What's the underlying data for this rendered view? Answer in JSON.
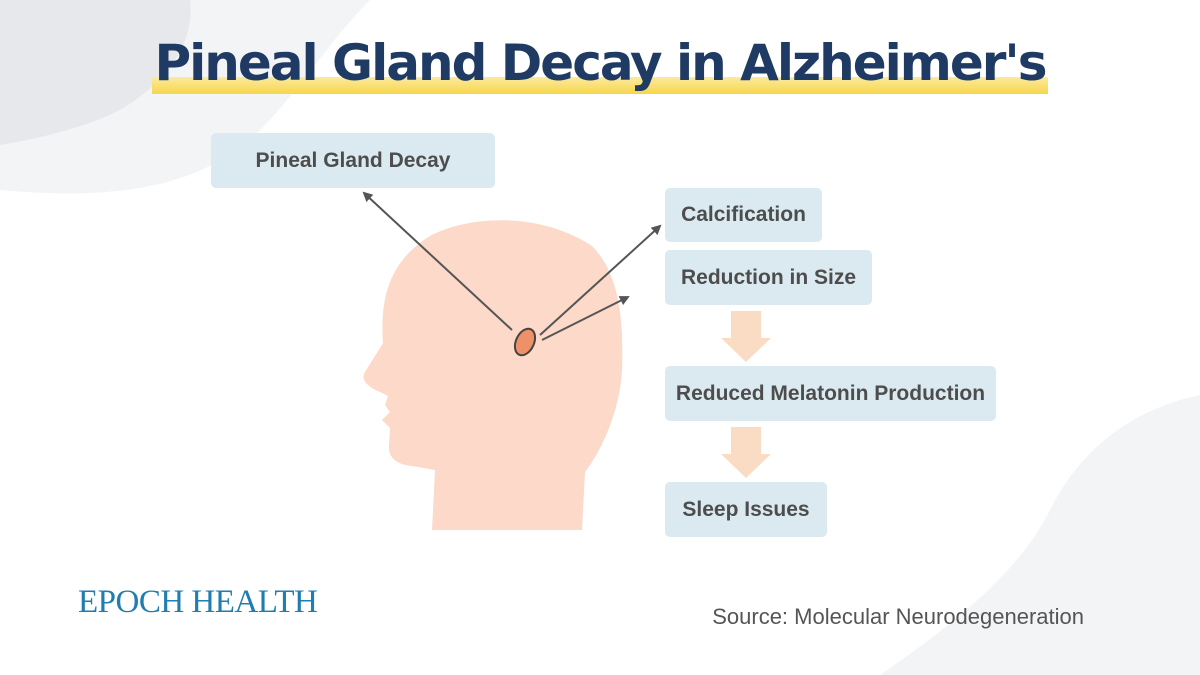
{
  "title": "Pineal Gland Decay in Alzheimer's",
  "labels": {
    "pineal_gland_decay": "Pineal Gland Decay",
    "calcification": "Calcification",
    "reduction_in_size": "Reduction in Size",
    "reduced_melatonin": "Reduced Melatonin Production",
    "sleep_issues": "Sleep Issues"
  },
  "logo": "EPOCH HEALTH",
  "source": "Source: Molecular Neurodegeneration",
  "colors": {
    "title": "#1f3b63",
    "highlight": "#f6d64a",
    "box_fill": "#dbeaf0",
    "box_text": "#4d4d4d",
    "head": "#fcd9c9",
    "gland": "#ee9168",
    "flow_arrow": "#f9dcc3",
    "pointer_arrow": "#555555",
    "logo": "#1f7db0"
  }
}
